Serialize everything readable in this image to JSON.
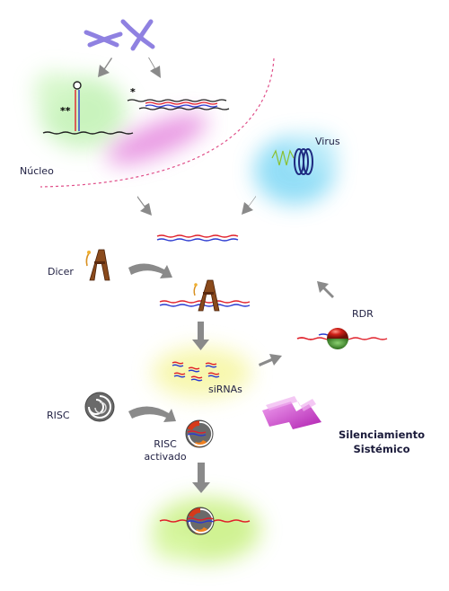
{
  "labels": {
    "nucleo": "Núcleo",
    "virus": "Virus",
    "dicer": "Dicer",
    "rdr": "RDR",
    "sirnas": "siRNAs",
    "risc": "RISC",
    "risc_activado_line1": "RISC",
    "risc_activado_line2": "activado",
    "silenciamiento_line1": "Silenciamiento",
    "silenciamiento_line2": "Sistémico",
    "double_star": "**",
    "single_star": "*"
  },
  "colors": {
    "rna_red": "#e0202a",
    "rna_blue": "#2a3ad0",
    "arrow_gray": "#8a8a8a",
    "nucleus_border": "#e0508a",
    "green_glow": "#b8f0a8",
    "cyan_glow": "#7fd8f5",
    "yellow_glow": "#f5f59a",
    "magenta_glow": "#e070d8",
    "lime_glow": "#c8f080",
    "dicer_brown": "#8a4a1c",
    "risc_gray": "#777777",
    "chromosome": "#8a7be0",
    "magenta_arrow": "#d040c0"
  }
}
